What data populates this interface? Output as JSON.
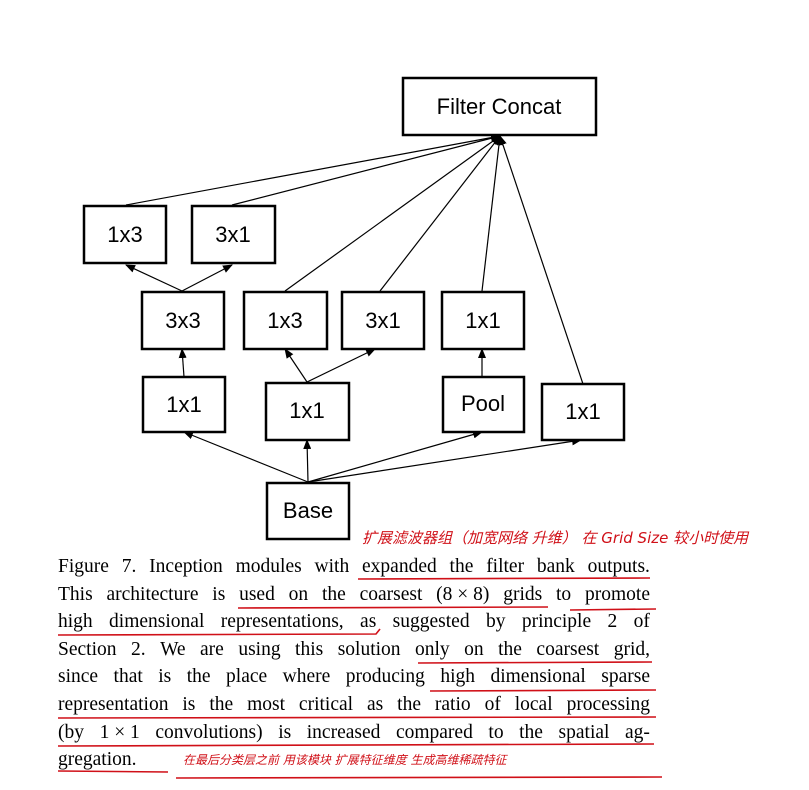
{
  "diagram": {
    "nodes": {
      "concat": "Filter Concat",
      "b1_1x3": "1x3",
      "b1_3x1": "3x1",
      "b1_3x3": "3x3",
      "b1_1x1": "1x1",
      "b2_1x3": "1x3",
      "b2_3x1": "3x1",
      "b2_1x1": "1x1",
      "b3_1x1": "1x1",
      "b3_pool": "Pool",
      "b4_1x1": "1x1",
      "base": "Base"
    }
  },
  "caption": {
    "lines": [
      [
        "Figure",
        "7.",
        "Inception",
        "modules",
        "with",
        "expanded",
        "the",
        "filter",
        "bank",
        "outputs."
      ],
      [
        "This",
        "architecture",
        "is",
        "used",
        "on",
        "the",
        "coarsest",
        "(8 × 8)",
        "grids",
        "to",
        "promote"
      ],
      [
        "high",
        "dimensional",
        "representations,",
        "as",
        "suggested",
        "by",
        "principle",
        "2",
        "of"
      ],
      [
        "Section",
        "2.",
        "We",
        "are",
        "using",
        "this",
        "solution",
        "only",
        "on",
        "the",
        "coarsest",
        "grid,"
      ],
      [
        "since",
        "that",
        "is",
        "the",
        "place",
        "where",
        "producing",
        "high",
        "dimensional",
        "sparse"
      ],
      [
        "representation",
        "is",
        "the",
        "most",
        "critical",
        "as",
        "the",
        "ratio",
        "of",
        "local",
        "processing"
      ],
      [
        "(by",
        "1 × 1",
        "convolutions)",
        "is",
        "increased",
        "compared",
        "to",
        "the",
        "spatial",
        "ag-"
      ],
      [
        "gregation."
      ]
    ]
  },
  "annotations": {
    "top_note": "扩展滤波器组（加宽网络 升维） 在 Grid Size 较小时使用",
    "bottom_note": "在最后分类层之前 用该模块 扩展特征维度 生成高维稀疏特征",
    "color": "#d01018"
  }
}
